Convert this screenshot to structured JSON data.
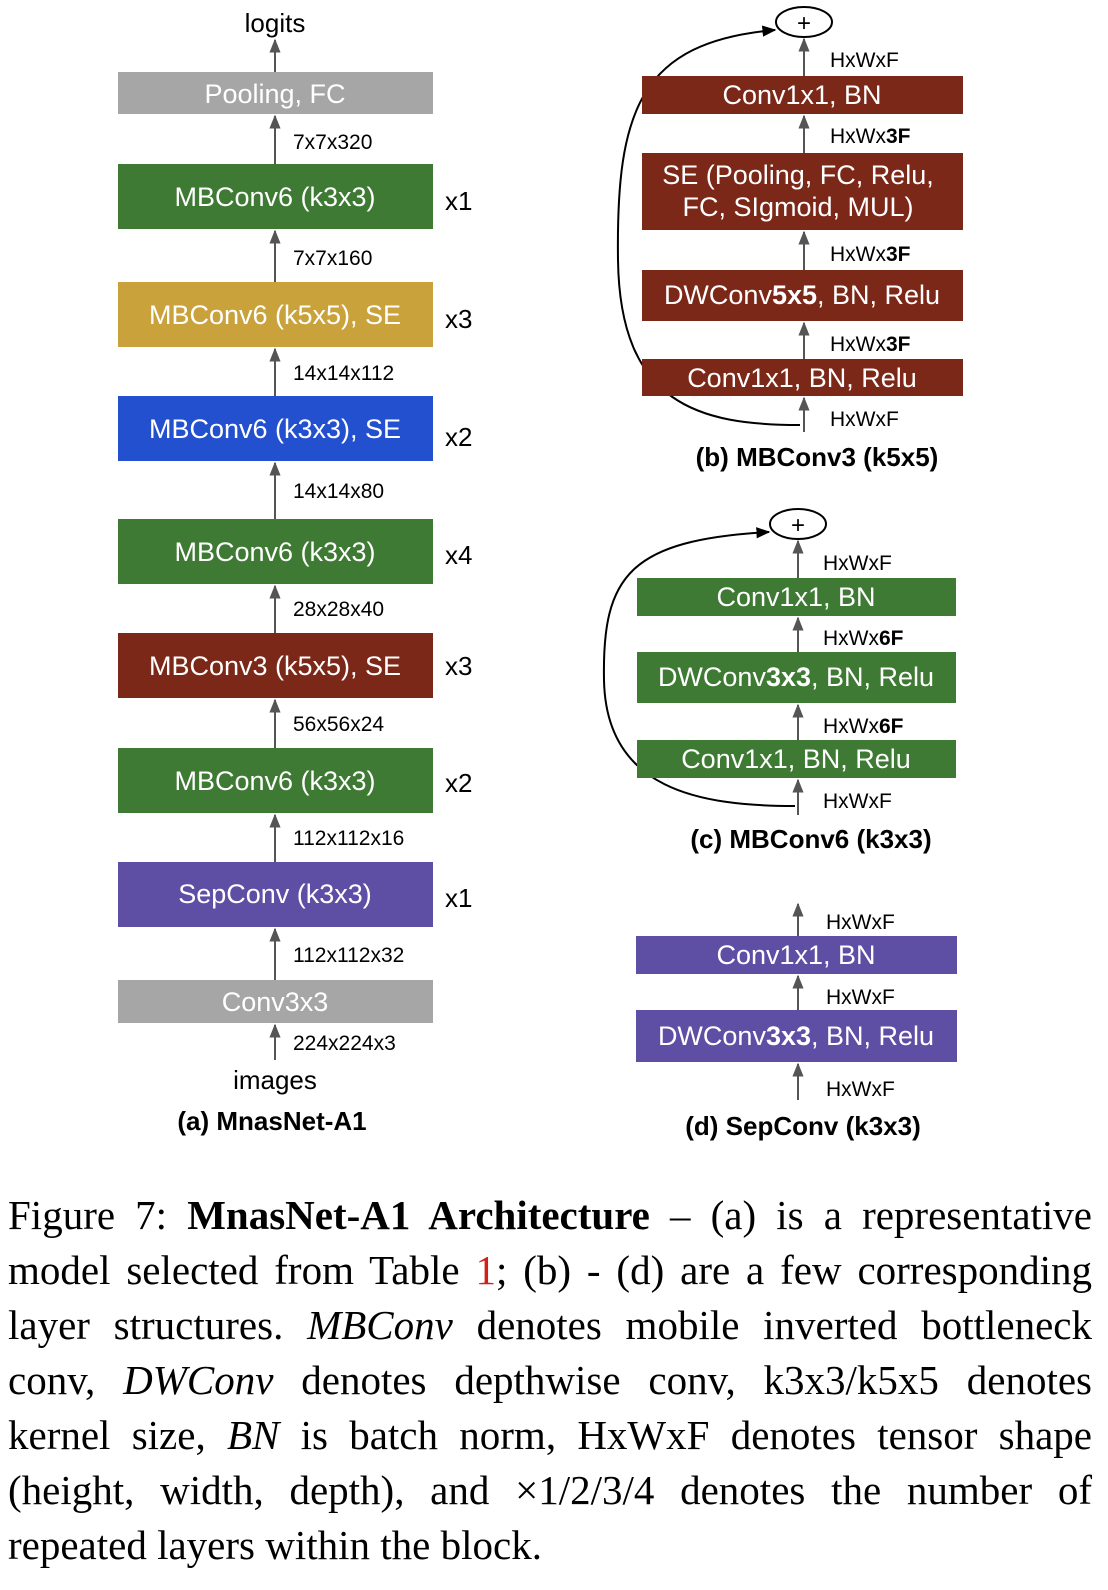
{
  "colors": {
    "gray": "#a6a6a6",
    "green": "#3e7a33",
    "gold": "#c9a23c",
    "blue": "#2350cf",
    "brown": "#7c2818",
    "purple": "#5e4fa5",
    "ref_red": "#d0201a"
  },
  "panel_a": {
    "top_label": "logits",
    "bottom_label": "images",
    "subtitle": "(a) MnasNet-A1",
    "blocks": [
      {
        "label": "Pooling, FC",
        "color": "gray",
        "repeat": ""
      },
      {
        "label": "MBConv6 (k3x3)",
        "color": "green",
        "repeat": "x1"
      },
      {
        "label": "MBConv6 (k5x5), SE",
        "color": "gold",
        "repeat": "x3"
      },
      {
        "label": "MBConv6 (k3x3), SE",
        "color": "blue",
        "repeat": "x2"
      },
      {
        "label": "MBConv6 (k3x3)",
        "color": "green",
        "repeat": "x4"
      },
      {
        "label": "MBConv3 (k5x5), SE",
        "color": "brown",
        "repeat": "x3"
      },
      {
        "label": "MBConv6 (k3x3)",
        "color": "green",
        "repeat": "x2"
      },
      {
        "label": "SepConv (k3x3)",
        "color": "purple",
        "repeat": "x1"
      },
      {
        "label": "Conv3x3",
        "color": "gray",
        "repeat": ""
      }
    ],
    "shapes": [
      "7x7x320",
      "7x7x160",
      "14x14x112",
      "14x14x80",
      "28x28x40",
      "56x56x24",
      "112x112x16",
      "112x112x32",
      "224x224x3"
    ]
  },
  "panel_b": {
    "subtitle": "(b) MBConv3 (k5x5)",
    "plus": "+",
    "blocks": [
      "Conv1x1, BN",
      "SE (Pooling, FC, Relu,",
      "FC, SIgmoid, MUL)",
      "DWConv5x5, BN, Relu",
      "Conv1x1, BN, Relu"
    ],
    "dw_parts": [
      "DWConv",
      "5x5",
      ", BN, Relu"
    ],
    "shapes": [
      "HxWxF",
      "HxWx",
      "3F",
      "HxWxF"
    ]
  },
  "panel_c": {
    "subtitle": "(c) MBConv6 (k3x3)",
    "plus": "+",
    "blocks": [
      "Conv1x1, BN",
      "Conv1x1, BN, Relu"
    ],
    "dw_parts": [
      "DWConv",
      "3x3",
      ", BN, Relu"
    ],
    "shapes": [
      "HxWxF",
      "HxWx",
      "6F",
      "HxWxF"
    ]
  },
  "panel_d": {
    "subtitle": "(d) SepConv (k3x3)",
    "blocks": [
      "Conv1x1, BN"
    ],
    "dw_parts": [
      "DWConv",
      "3x3",
      ", BN, Relu"
    ],
    "shapes": [
      "HxWxF",
      "HxWxF",
      "HxWxF"
    ]
  },
  "caption": {
    "prefix": "Figure 7: ",
    "title": "MnasNet-A1 Architecture",
    "part1": " – (a) is a representative model selected from Table ",
    "table_ref": "1",
    "part2": "; (b) - (d) are a few corresponding layer structures. ",
    "mbconv": "MBConv",
    "part3": " denotes mobile inverted bottleneck conv, ",
    "dwconv": "DWConv",
    "part4": " denotes depthwise conv, k3x3/k5x5 denotes kernel size, ",
    "bn": "BN",
    "part5": " is batch norm, HxWxF denotes tensor shape (height, width, depth), and ×1/2/3/4 denotes the number of repeated layers within the block."
  }
}
